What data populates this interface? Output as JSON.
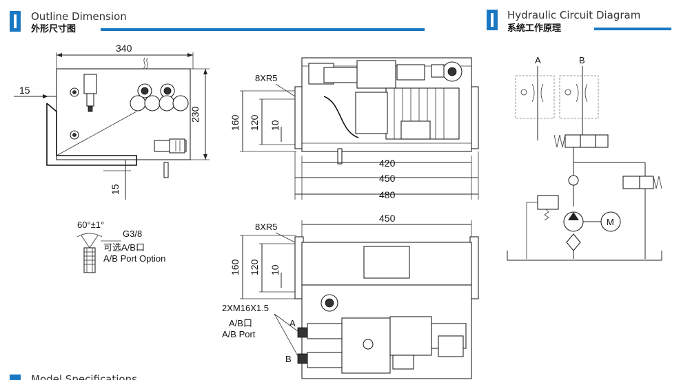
{
  "headers": {
    "outline": {
      "en": "Outline Dimension",
      "cn": "外形尺寸图"
    },
    "circuit": {
      "en": "Hydraulic Circuit Diagram",
      "cn": "系统工作原理"
    },
    "model": {
      "en": "Model Specifications"
    }
  },
  "colors": {
    "accent": "#1a78c2",
    "line": "#222222"
  },
  "side_view": {
    "width": "340",
    "height": "230",
    "offset_left": "15",
    "offset_bottom": "15"
  },
  "port_detail": {
    "angle": "60°±1°",
    "thread": "G3/8",
    "option_cn": "可选A/B口",
    "option_en": "A/B Port Option"
  },
  "top_view": {
    "slot": "8XR5",
    "h1": "160",
    "h2": "120",
    "h3": "10",
    "w1": "420",
    "w2": "450",
    "w3": "480"
  },
  "front_view": {
    "slot": "8XR5",
    "width": "450",
    "h1": "160",
    "h2": "120",
    "h3": "10",
    "port_thread": "2XM16X1.5",
    "port_cn": "A/B口",
    "port_en": "A/B Port",
    "port_a": "A",
    "port_b": "B"
  },
  "circuit": {
    "port_a": "A",
    "port_b": "B",
    "motor": "M"
  }
}
